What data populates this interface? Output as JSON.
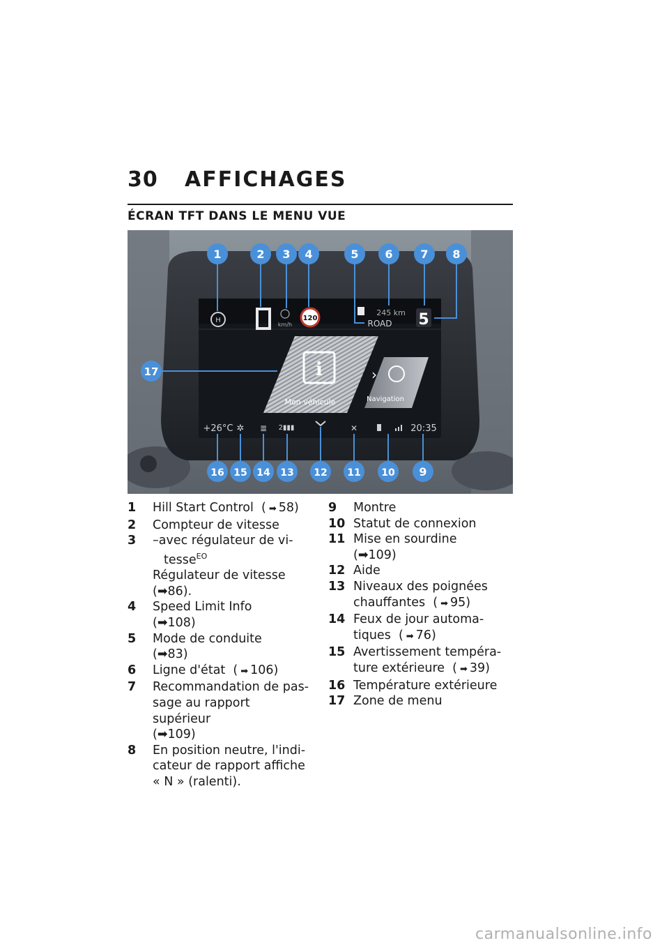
{
  "header": {
    "page_number": "30",
    "chapter_title": "AFFICHAGES",
    "section_title": "ÉCRAN TFT DANS LE MENU VUE"
  },
  "figure": {
    "gear_display": "0",
    "speed_unit": "km/h",
    "speed_limit": "120",
    "range": "245 km",
    "ride_mode": "ROAD",
    "gear_recommendation": "5",
    "menu_tile_left": "Mon véhicule",
    "menu_tile_right": "Navigation",
    "temperature": "+26°C",
    "clock": "20:35",
    "callouts_top": [
      "1",
      "2",
      "3",
      "4",
      "5",
      "6",
      "7",
      "8"
    ],
    "callout_17": "17",
    "callouts_bottom": [
      "16",
      "15",
      "14",
      "13",
      "12",
      "11",
      "10",
      "9"
    ]
  },
  "legend": {
    "col1": [
      {
        "n": "1",
        "lines": [
          "Hill Start Control"
        ],
        "ref": "58)"
      },
      {
        "n": "2",
        "lines": [
          "Compteur de vitesse"
        ]
      },
      {
        "n": "3",
        "lines": [
          "–avec régulateur de vi-",
          "tesse",
          "Régulateur de vitesse"
        ],
        "sup": "EO",
        "ref": "86)."
      },
      {
        "n": "4",
        "lines": [
          "Speed Limit Info"
        ],
        "ref": "108)"
      },
      {
        "n": "5",
        "lines": [
          "Mode de conduite"
        ],
        "ref": "83)"
      },
      {
        "n": "6",
        "lines": [
          "Ligne d'état"
        ],
        "ref": "106)"
      },
      {
        "n": "7",
        "lines": [
          "Recommandation de pas-",
          "sage au rapport supérieur"
        ],
        "ref": "109)"
      },
      {
        "n": "8",
        "lines": [
          "En position neutre, l'indi-",
          "cateur de rapport affiche",
          "« N » (ralenti)."
        ]
      }
    ],
    "col2": [
      {
        "n": "9",
        "lines": [
          "Montre"
        ]
      },
      {
        "n": "10",
        "lines": [
          "Statut de connexion"
        ]
      },
      {
        "n": "11",
        "lines": [
          "Mise en sourdine"
        ],
        "ref": "109)"
      },
      {
        "n": "12",
        "lines": [
          "Aide"
        ]
      },
      {
        "n": "13",
        "lines": [
          "Niveaux des poignées",
          "chauffantes"
        ],
        "ref": "95)"
      },
      {
        "n": "14",
        "lines": [
          "Feux de jour automa-",
          "tiques"
        ],
        "ref": "76)"
      },
      {
        "n": "15",
        "lines": [
          "Avertissement tempéra-",
          "ture extérieure"
        ],
        "ref": "39)"
      },
      {
        "n": "16",
        "lines": [
          "Température extérieure"
        ]
      },
      {
        "n": "17",
        "lines": [
          "Zone de menu"
        ]
      }
    ]
  },
  "watermark": "carmanualsonline.info",
  "colors": {
    "callout_blue": "#4a90d9",
    "screen_bg": "#14171c",
    "housing": "#2b2e33"
  }
}
